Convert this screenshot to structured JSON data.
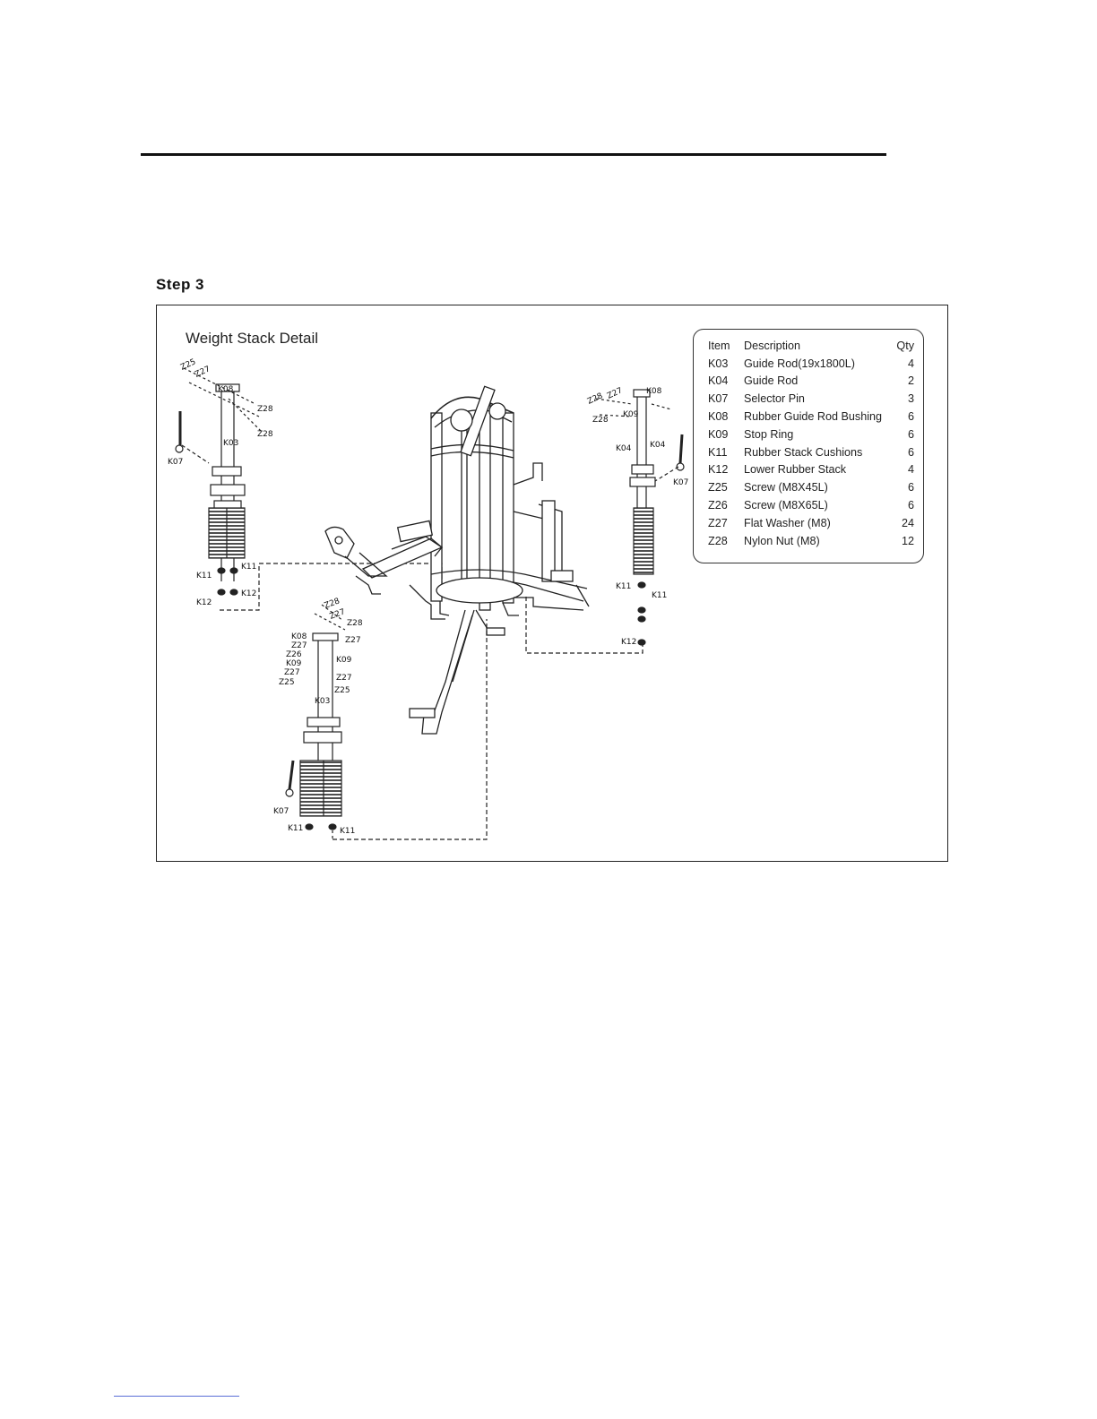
{
  "page": {
    "step_title": "Step 3"
  },
  "figure": {
    "title": "Weight Stack Detail",
    "parts_table": {
      "headers": {
        "item": "Item",
        "description": "Description",
        "qty": "Qty"
      },
      "rows": [
        {
          "item": "K03",
          "description": "Guide Rod(19x1800L)",
          "qty": "4"
        },
        {
          "item": "K04",
          "description": "Guide Rod",
          "qty": "2"
        },
        {
          "item": "K07",
          "description": "Selector Pin",
          "qty": "3"
        },
        {
          "item": "K08",
          "description": "Rubber Guide Rod Bushing",
          "qty": "6"
        },
        {
          "item": "K09",
          "description": "Stop Ring",
          "qty": "6"
        },
        {
          "item": "K11",
          "description": "Rubber Stack Cushions",
          "qty": "6"
        },
        {
          "item": "K12",
          "description": "Lower Rubber Stack",
          "qty": "4"
        },
        {
          "item": "Z25",
          "description": "Screw (M8X45L)",
          "qty": "6"
        },
        {
          "item": "Z26",
          "description": "Screw (M8X65L)",
          "qty": "6"
        },
        {
          "item": "Z27",
          "description": "Flat Washer (M8)",
          "qty": "24"
        },
        {
          "item": "Z28",
          "description": "Nylon Nut (M8)",
          "qty": "12"
        }
      ]
    },
    "callouts": {
      "k03": "K03",
      "k04": "K04",
      "k07": "K07",
      "k08": "K08",
      "k09": "K09",
      "k11": "K11",
      "k12": "K12",
      "z25": "Z25",
      "z26": "Z26",
      "z27": "Z27",
      "z28": "Z28"
    }
  }
}
